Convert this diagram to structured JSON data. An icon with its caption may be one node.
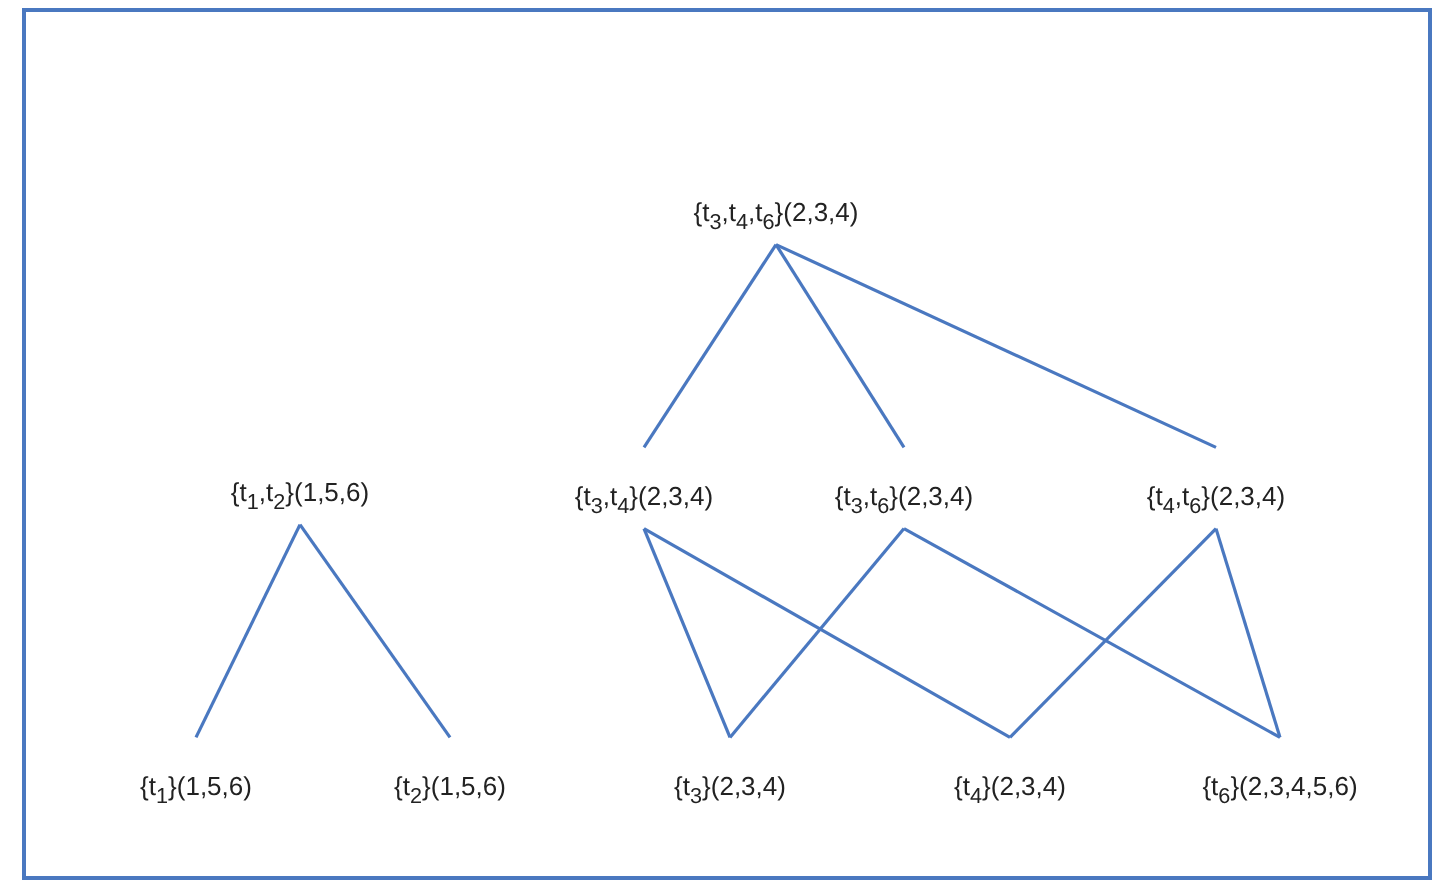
{
  "diagram": {
    "nodes": [
      {
        "text": [
          "{t$_{3}$,t$_{4}$,t$_{6}$}(2,3,4)"
        ]
      },
      {
        "text": [
          "{t$_{1}$,t$_{2}$}(1,5,6)"
        ]
      },
      {
        "text": [
          "{t$_{3}$,t$_{4}$}(2,3,4)"
        ]
      },
      {
        "text": [
          "{t$_{3}$,t$_{6}$}(2,3,4)"
        ]
      },
      {
        "text": [
          "{t$_{4}$,t$_{6}$}(2,3,4)"
        ]
      },
      {
        "text": [
          "{t$_{1}$}(1,5,6)"
        ]
      },
      {
        "text": [
          "{t$_{2}$}(1,5,6)"
        ]
      },
      {
        "text": [
          "{t$_{3}$}(2,3,4)"
        ]
      },
      {
        "text": [
          "{t$_{4}$}(2,3,4)"
        ]
      },
      {
        "text": [
          "{t$_{6}$}(2,3,4,5,6)"
        ]
      }
    ],
    "edges": [
      {
        "from": 0,
        "to": 2,
        "arrow": "none"
      },
      {
        "from": 0,
        "to": 3,
        "arrow": "none"
      },
      {
        "from": 0,
        "to": 4,
        "arrow": "none"
      },
      {
        "from": 1,
        "to": 5,
        "arrow": "none"
      },
      {
        "from": 1,
        "to": 6,
        "arrow": "none"
      },
      {
        "from": 2,
        "to": 7,
        "arrow": "none"
      },
      {
        "from": 3,
        "to": 7,
        "arrow": "none"
      },
      {
        "from": 2,
        "to": 8,
        "arrow": "none"
      },
      {
        "from": 4,
        "to": 8,
        "arrow": "none"
      },
      {
        "from": 3,
        "to": 9,
        "arrow": "none"
      },
      {
        "from": 4,
        "to": 9,
        "arrow": "none"
      }
    ]
  }
}
